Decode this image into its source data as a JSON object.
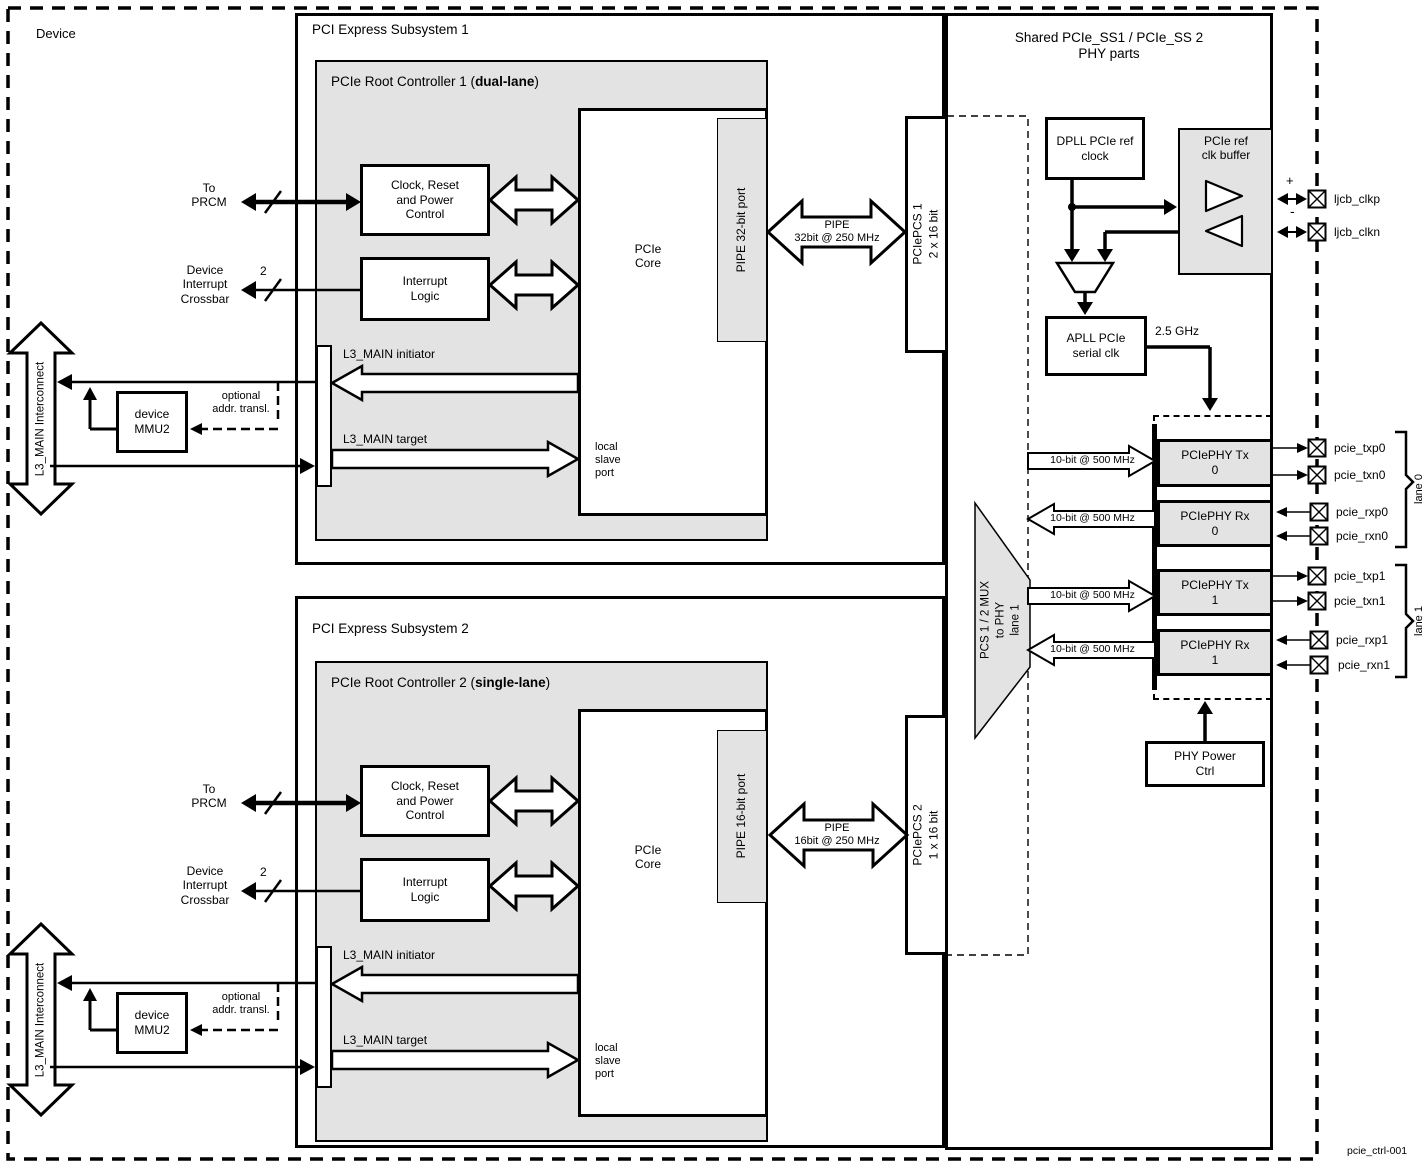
{
  "device_label": "Device",
  "footer_id": "pcie_ctrl-001",
  "common": {
    "clock_box": "Clock, Reset\nand  Power\nControl",
    "interrupt_box": "Interrupt\nLogic",
    "pcie_core": "PCIe\nCore",
    "to_prcm": "To\nPRCM",
    "interrupt_crossbar": "Device\nInterrupt\nCrossbar",
    "irq_bus_width": "2",
    "l3_initiator": "L3_MAIN initiator",
    "l3_target": "L3_MAIN target",
    "local_slave_port": "local\nslave\nport",
    "mmu": "device\nMMU2",
    "addr_transl": "optional\naddr. transl.",
    "interconnect": "L3_MAIN Interconnect"
  },
  "subsystem1": {
    "title": "PCI Express Subsystem 1",
    "controller_prefix": "PCIe Root Controller 1 (",
    "controller_mode": "dual-lane",
    "controller_suffix": ")",
    "pipe_port": "PIPE 32-bit port",
    "pipe_bus": "PIPE\n32bit @ 250 MHz",
    "pcs": "PCIePCS 1\n2 x 16 bit"
  },
  "subsystem2": {
    "title": "PCI Express Subsystem 2",
    "controller_prefix": "PCIe Root Controller 2 (",
    "controller_mode": "single-lane",
    "controller_suffix": ")",
    "pipe_port": "PIPE 16-bit port",
    "pipe_bus": "PIPE\n16bit @ 250 MHz",
    "pcs": "PCIePCS 2\n1 x 16 bit"
  },
  "shared": {
    "title": "Shared PCIe_SS1 / PCIe_SS 2\nPHY parts",
    "dpll": "DPLL PCIe ref\nclock",
    "clk_buffer": "PCIe ref\nclk buffer",
    "apll": "APLL PCIe\nserial clk",
    "apll_freq": "2.5 GHz",
    "mux": "PCS 1 / 2  MUX\nto PHY\nlane 1",
    "rate_label": "10-bit @ 500 MHz",
    "phy_tx0": "PCIePHY Tx\n0",
    "phy_rx0": "PCIePHY Rx\n0",
    "phy_tx1": "PCIePHY Tx\n1",
    "phy_rx1": "PCIePHY Rx\n1",
    "phy_power": "PHY Power\nCtrl",
    "plus": "+",
    "minus": "-"
  },
  "pins": {
    "ljcb_clkp": "ljcb_clkp",
    "ljcb_clkn": "ljcb_clkn",
    "txp0": "pcie_txp0",
    "txn0": "pcie_txn0",
    "rxp0": "pcie_rxp0",
    "rxn0": "pcie_rxn0",
    "txp1": "pcie_txp1",
    "txn1": "pcie_txn1",
    "rxp1": "pcie_rxp1",
    "rxn1": "pcie_rxn1",
    "lane0": "lane 0",
    "lane1": "lane 1"
  }
}
